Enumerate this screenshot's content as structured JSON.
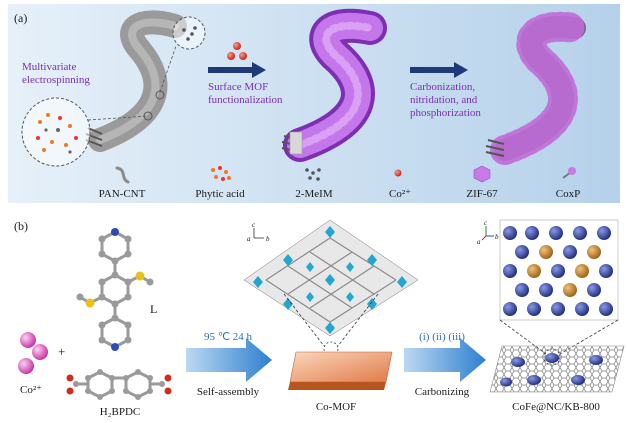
{
  "panel_a": {
    "label": "(a)",
    "step1": [
      "Multivariate",
      "electrospinning"
    ],
    "step2": [
      "Surface MOF",
      "functionalization"
    ],
    "step3": [
      "Carbonization,",
      "nitridation, and",
      "phosphorization"
    ],
    "legend": [
      {
        "label": "PAN-CNT",
        "icon": "pan-cnt-icon"
      },
      {
        "label": "Phytic acid",
        "icon": "phytic-acid-icon"
      },
      {
        "label": "2-MeIM",
        "icon": "2-meim-icon"
      },
      {
        "label": "Co²⁺",
        "icon": "cobalt-ion-icon"
      },
      {
        "label": "ZIF-67",
        "icon": "zif67-icon"
      },
      {
        "label": "CoxP",
        "icon": "cobalt-phosphide-icon"
      }
    ],
    "colors": {
      "background_from": "#e3eef8",
      "background_to": "#b7d3ec",
      "fiber": "#8f8f8f",
      "mof": "#b45ad8",
      "arrow": "#1f3a78",
      "text_purple": "#7a2fb0"
    }
  },
  "panel_b": {
    "label": "(b)",
    "ligand_label": "L",
    "co_label": "Co²⁺",
    "plus": "+",
    "h2bpdc_label": "H₂BPDC",
    "cond1_top": "95 ℃ 24 h",
    "cond1_bottom": "Self-assembly",
    "comof_label": "Co-MOF",
    "cond2_top": "(i) (ii) (iii)",
    "cond2_bottom": "Carbonizing",
    "product_label": "CoFe@NC/KB-800",
    "axes_mof": {
      "c": "c",
      "a": "a",
      "b": "b"
    },
    "axes_crystal": {
      "c": "c",
      "a": "a",
      "b": "b"
    },
    "colors": {
      "arrow": "#3d8fd6",
      "cond_text": "#2f6fb4",
      "co_sphere": "#e060c0",
      "mof_block": "#f0a070",
      "crystal_blue": "#2d3d9a",
      "crystal_gold": "#c9892f",
      "framework_cyan": "#1fa0c8"
    }
  }
}
